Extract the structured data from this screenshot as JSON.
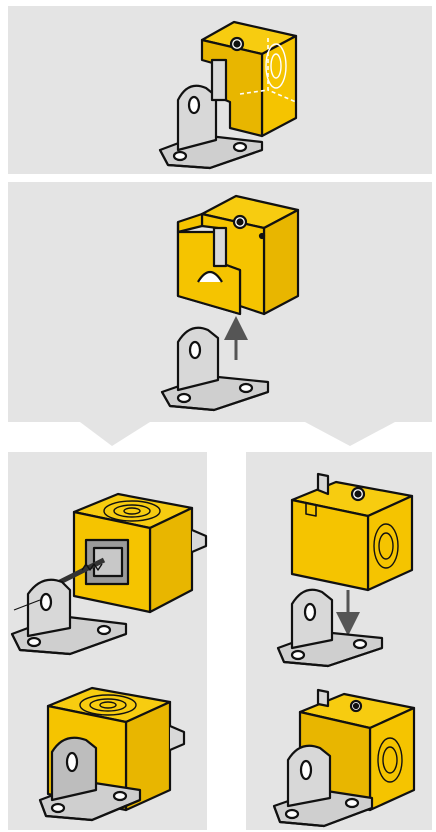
{
  "figure": {
    "description_only": true,
    "colors": {
      "panel": "#e4e4e4",
      "sensor_yellow": "#f5c400",
      "sensor_shade": "#d9a800",
      "bracket_light": "#d8d8d8",
      "bracket_dark": "#9a9a9a",
      "outline": "#111111"
    },
    "steps": [
      {
        "id": "assembled",
        "icon": "sensor-on-bracket"
      },
      {
        "id": "lift-off",
        "icon": "sensor-lifted-arrow-up"
      },
      {
        "id": "side-mount",
        "icon": "sensor-side-screw-mount"
      },
      {
        "id": "top-mount",
        "icon": "sensor-top-pin-mount"
      }
    ]
  }
}
